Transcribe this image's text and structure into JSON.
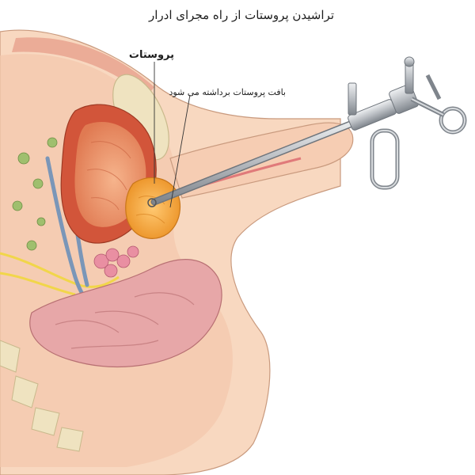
{
  "title": "تراشیدن پروستات از راه مجرای ادرار",
  "labels": {
    "prostate": "پروستات",
    "tissue_removed": "بافت پروستات برداشته می شود"
  },
  "colors": {
    "skin": "#f8d8c0",
    "skin_outline": "#c99a7e",
    "bladder_wall": "#d2553a",
    "bladder_inner": "#f29a6e",
    "prostate": "#f2a43c",
    "rectum": "#e7a7a8",
    "vessel_blue": "#7a96b8",
    "nerve_yellow": "#f1d64a",
    "bone": "#efe3c0",
    "instrument": "#c4c8cc"
  }
}
